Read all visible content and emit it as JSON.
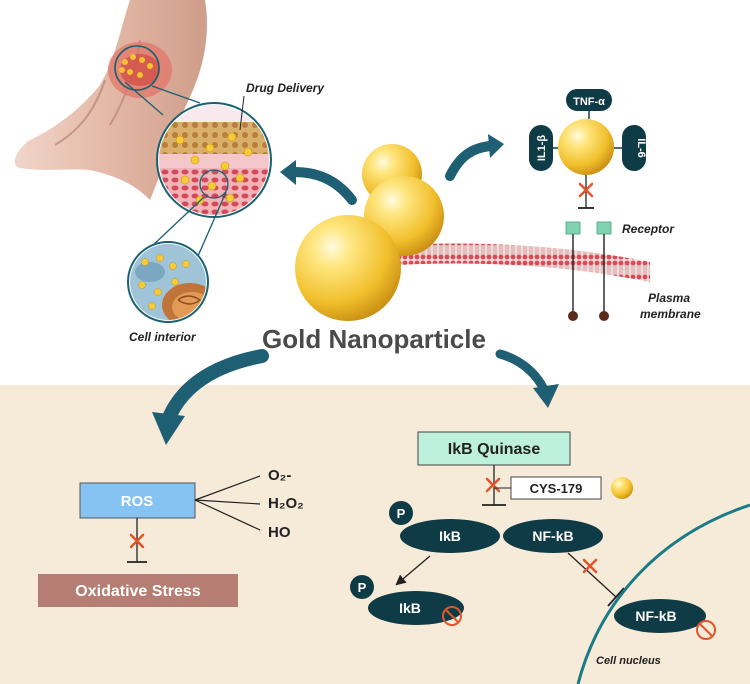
{
  "title": "Gold Nanoparticle",
  "labels": {
    "drug_delivery": "Drug Delivery",
    "cell_interior": "Cell interior",
    "receptor": "Receptor",
    "plasma_membrane_line1": "Plasma",
    "plasma_membrane_line2": "membrane",
    "cell_nucleus": "Cell nucleus"
  },
  "cytokines": {
    "top": "TNF-α",
    "left": "IL1-β",
    "right": "IL-6"
  },
  "ros_branch": {
    "ros": "ROS",
    "species": [
      "O₂-",
      "H₂O₂",
      "HO"
    ],
    "oxidative_stress": "Oxidative Stress"
  },
  "nfkb_branch": {
    "ikb_quinase": "IkB Quinase",
    "cys": "CYS-179",
    "ikb": "IkB",
    "nfkb": "NF-kB",
    "phospho": "P"
  },
  "colors": {
    "bottom_panel": "#f6ead8",
    "teal_arrow": "#1f5f73",
    "dark_pill": "#0f3b47",
    "ros_box": "#86c3f2",
    "stress_box": "#b57d74",
    "quinase_box": "#bdf0dd",
    "inhibit_x": "#e0552b",
    "gold": "#f2c233"
  }
}
